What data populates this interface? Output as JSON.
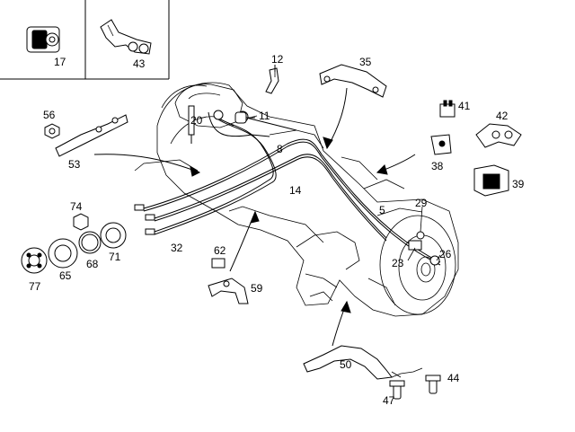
{
  "diagram": {
    "part_labels": {
      "p5": "5",
      "p8": "8",
      "p11": "11",
      "p12": "12",
      "p14": "14",
      "p17": "17",
      "p20": "20",
      "p23": "23",
      "p26": "26",
      "p29": "29",
      "p32": "32",
      "p35": "35",
      "p38": "38",
      "p39": "39",
      "p41": "41",
      "p42": "42",
      "p43": "43",
      "p44": "44",
      "p47": "47",
      "p50": "50",
      "p53": "53",
      "p56": "56",
      "p59": "59",
      "p62": "62",
      "p65": "65",
      "p68": "68",
      "p71": "71",
      "p74": "74",
      "p77": "77"
    }
  }
}
